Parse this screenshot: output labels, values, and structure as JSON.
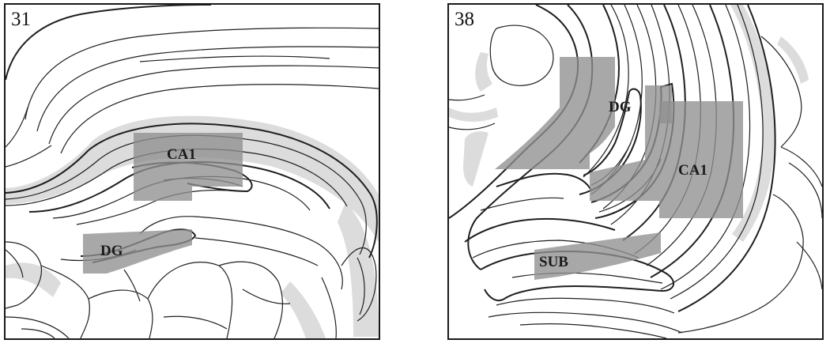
{
  "panels": [
    {
      "number": "31",
      "regions": [
        {
          "label": "CA1",
          "color": "#8f8f8f"
        },
        {
          "label": "DG",
          "color": "#8f8f8f"
        }
      ]
    },
    {
      "number": "38",
      "regions": [
        {
          "label": "DG",
          "color": "#8f8f8f"
        },
        {
          "label": "CA1",
          "color": "#8f8f8f"
        },
        {
          "label": "SUB",
          "color": "#8f8f8f"
        }
      ]
    }
  ],
  "colors": {
    "outline": "#1f1f1f",
    "tissue_shading": "#dcdcdc",
    "roi_shading": "#8f8f8f",
    "background": "#ffffff"
  }
}
